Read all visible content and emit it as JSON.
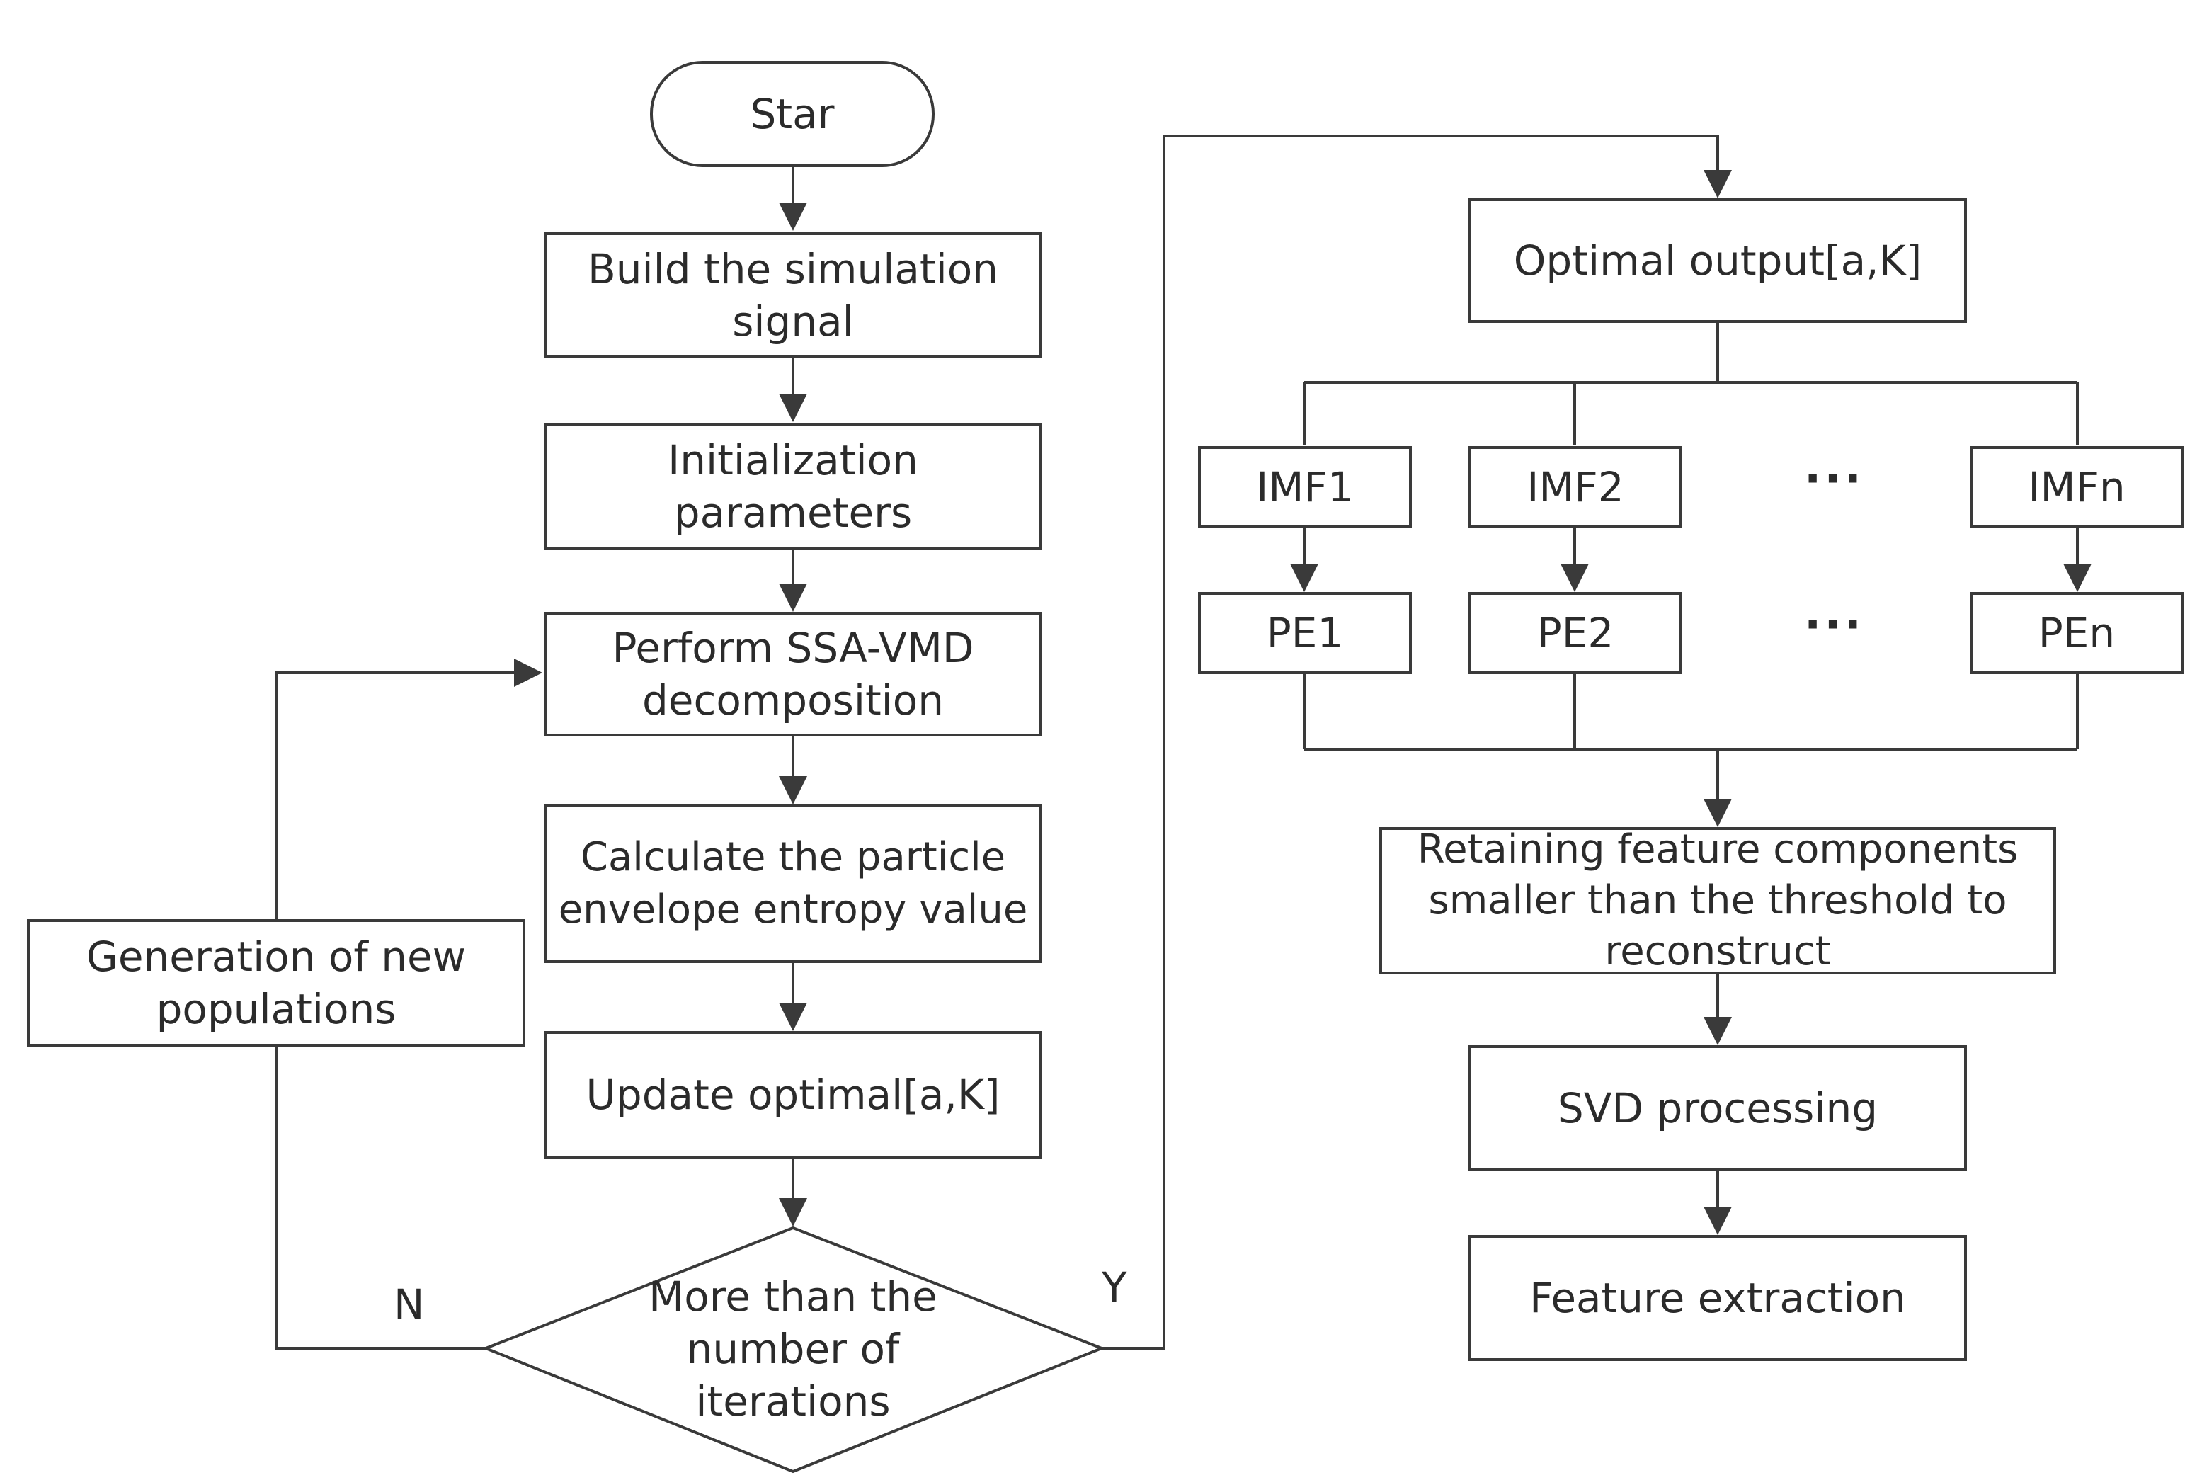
{
  "nodes": {
    "start": "Star",
    "build_signal": "Build the simulation signal",
    "init_params": "Initialization parameters",
    "ssa_vmd": "Perform SSA-VMD decomposition",
    "calc_entropy": "Calculate the particle envelope entropy value",
    "update_optimal": "Update optimal[a,K]",
    "decision": "More than the number of iterations",
    "new_population": "Generation of new populations",
    "optimal_output": "Optimal output[a,K]",
    "imf1": "IMF1",
    "imf2": "IMF2",
    "imfn": "IMFn",
    "pe1": "PE1",
    "pe2": "PE2",
    "pen": "PEn",
    "retain": "Retaining feature components smaller than the threshold to reconstruct",
    "svd": "SVD processing",
    "feature": "Feature extraction"
  },
  "labels": {
    "no": "N",
    "yes": "Y",
    "ellipsis_imf": "···",
    "ellipsis_pe": "···"
  },
  "colors": {
    "line": "#3a3a3a",
    "text": "#2b2b2b",
    "fill": "#ffffff"
  }
}
